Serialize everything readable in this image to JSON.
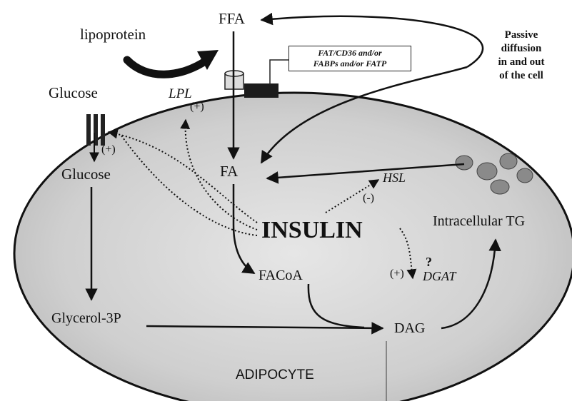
{
  "labels": {
    "lipoprotein": "lipoprotein",
    "ffa": "FFA",
    "passive_diffusion": [
      "Passive",
      "diffusion",
      "in and out",
      "of the cell"
    ],
    "transporters": [
      "FAT/CD36 and/or",
      "FABPs and/or FATP"
    ],
    "lpl": "LPL",
    "lpl_effect": "(+)",
    "glucose_outside": "Glucose",
    "glut_effect": "(+)",
    "glucose_inside": "Glucose",
    "fa": "FA",
    "hsl": "HSL",
    "hsl_effect": "(-)",
    "insulin": "INSULIN",
    "intracellular_tg": "Intracellular TG",
    "dgat_question": "?",
    "dgat_effect": "(+)",
    "dgat": "DGAT",
    "facoa": "FACoA",
    "glycerol_3p": "Glycerol-3P",
    "dag": "DAG",
    "adipocyte": "ADIPOCYTE"
  },
  "colors": {
    "cell_fill": "#d2d2d2",
    "ink": "#111111"
  }
}
